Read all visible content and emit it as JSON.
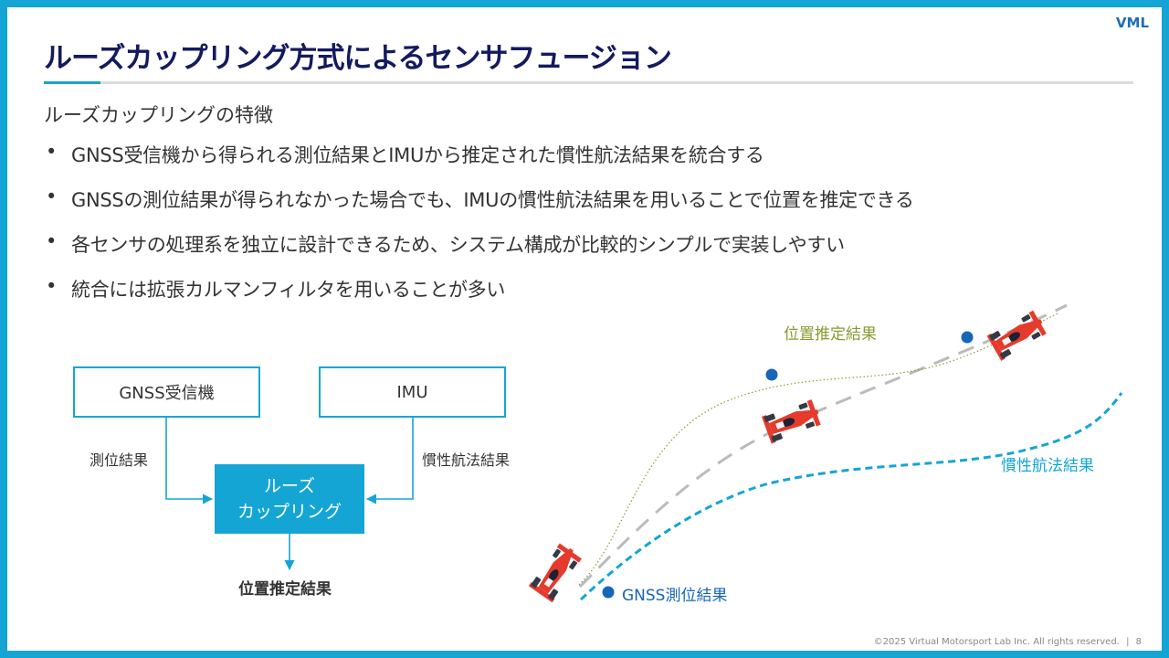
{
  "brand": {
    "logo_text": "VML"
  },
  "slide": {
    "title": "ルーズカップリング方式によるセンサフュージョン",
    "subtitle": "ルーズカップリングの特徴",
    "bullets": [
      "GNSS受信機から得られる測位結果とIMUから推定された慣性航法結果を統合する",
      "GNSSの測位結果が得られなかった場合でも、IMUの慣性航法結果を用いることで位置を推定できる",
      "各センサの処理系を独立に設計できるため、システム構成が比較的シンプルで実装しやすい",
      "統合には拡張カルマンフィルタを用いることが多い"
    ]
  },
  "diagram": {
    "nodes": {
      "gnss": "GNSS受信機",
      "imu": "IMU",
      "loose_line1": "ルーズ",
      "loose_line2": "カップリング"
    },
    "edges": {
      "gnss_out": "測位結果",
      "imu_out": "慣性航法結果",
      "output": "位置推定結果"
    }
  },
  "illustration": {
    "labels": {
      "estimated": "位置推定結果",
      "inertial": "慣性航法結果",
      "gnss": "GNSS測位結果"
    },
    "colors": {
      "estimated": "#8a9a2e",
      "inertial": "#14a5d4",
      "gnss": "#1565b8",
      "reference": "#bbbbbb"
    }
  },
  "footer": {
    "copyright": "©2025 Virtual Motorsport Lab Inc. All rights reserved.",
    "separator": "|",
    "page_number": "8"
  }
}
